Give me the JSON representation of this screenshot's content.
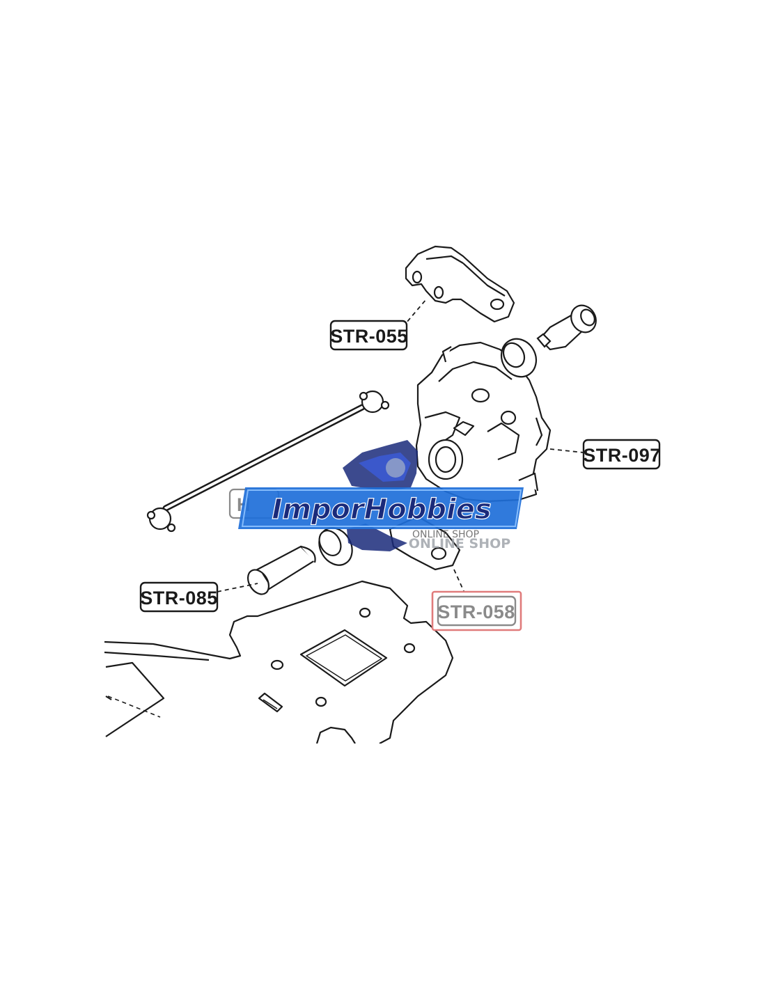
{
  "diagram": {
    "labels": [
      {
        "id": "STR-055",
        "text": "STR-055",
        "highlighted": false
      },
      {
        "id": "STR-097",
        "text": "STR-097",
        "highlighted": false
      },
      {
        "id": "STR-085",
        "text": "STR-085",
        "highlighted": false
      },
      {
        "id": "STR-058",
        "text": "STR-058",
        "highlighted": true
      }
    ],
    "partial_label": "H"
  },
  "watermark": {
    "brand": "ImporHobbies",
    "tagline_1": "ONLINE SHOP",
    "tagline_2": "ONLINE SHOP",
    "brand_color": "#1e6fd9",
    "brand_dark": "#1a2a7a"
  },
  "colors": {
    "line": "#1a1a1a",
    "highlight_box": "#e07b7b"
  }
}
